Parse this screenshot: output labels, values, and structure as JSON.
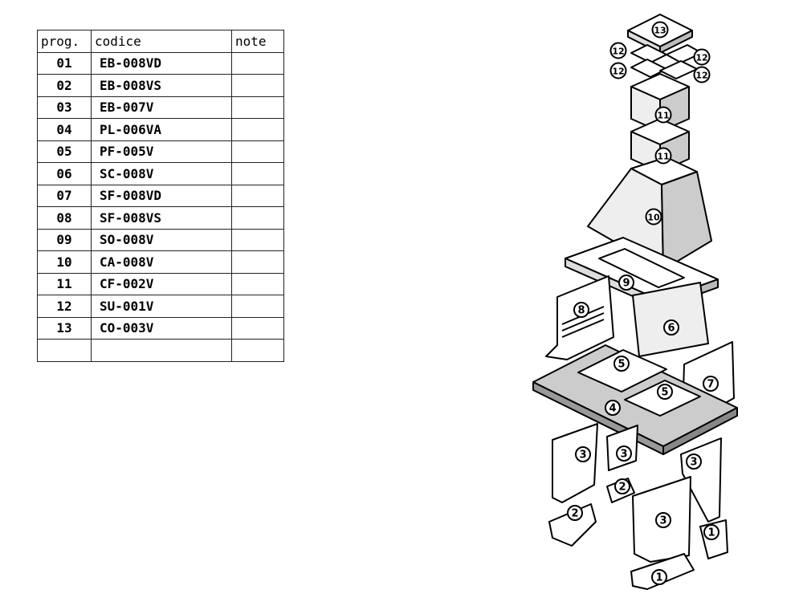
{
  "table": {
    "headers": {
      "prog": "prog.",
      "code": "codice",
      "note": "note"
    },
    "rows": [
      {
        "prog": "01",
        "code": "EB-008VD",
        "note": ""
      },
      {
        "prog": "02",
        "code": "EB-008VS",
        "note": ""
      },
      {
        "prog": "03",
        "code": "EB-007V",
        "note": ""
      },
      {
        "prog": "04",
        "code": "PL-006VA",
        "note": ""
      },
      {
        "prog": "05",
        "code": "PF-005V",
        "note": ""
      },
      {
        "prog": "06",
        "code": "SC-008V",
        "note": ""
      },
      {
        "prog": "07",
        "code": "SF-008VD",
        "note": ""
      },
      {
        "prog": "08",
        "code": "SF-008VS",
        "note": ""
      },
      {
        "prog": "09",
        "code": "SO-008V",
        "note": ""
      },
      {
        "prog": "10",
        "code": "CA-008V",
        "note": ""
      },
      {
        "prog": "11",
        "code": "CF-002V",
        "note": ""
      },
      {
        "prog": "12",
        "code": "SU-001V",
        "note": ""
      },
      {
        "prog": "13",
        "code": "CO-003V",
        "note": ""
      },
      {
        "prog": "",
        "code": "",
        "note": ""
      }
    ]
  },
  "diagram": {
    "callouts": [
      "13",
      "12",
      "12",
      "12",
      "12",
      "11",
      "11",
      "10",
      "9",
      "8",
      "6",
      "7",
      "5",
      "5",
      "4",
      "3",
      "3",
      "3",
      "3",
      "2",
      "2",
      "1",
      "1"
    ]
  }
}
